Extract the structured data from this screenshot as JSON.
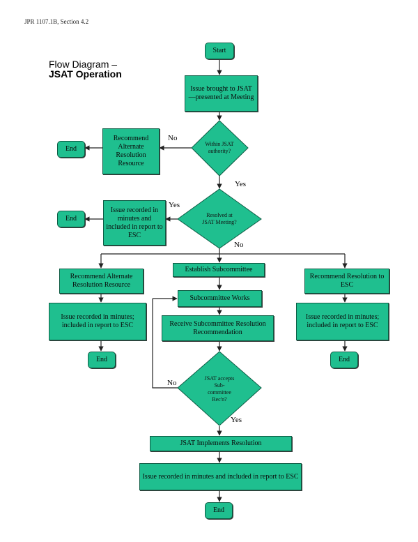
{
  "header": "JPR 1107.1B, Section 4.2",
  "title_line1": "Flow Diagram –",
  "title_line2": "JSAT Operation",
  "nodes": {
    "start": "Start",
    "issue_brought": "Issue brought to JSAT—presented at Meeting",
    "within_authority": "Within JSAT authority?",
    "recommend_alt_top": "Recommend Alternate Resolution Resource",
    "end_top": "End",
    "resolved_meeting": "Resolved at JSAT Meeting?",
    "issue_recorded_mid": "Issue recorded in minutes and included in report to ESC",
    "end_mid": "End",
    "establish_sub": "Establish Subcommittee",
    "recommend_alt_left": "Recommend Alternate Resolution Resource",
    "issue_recorded_left": "Issue recorded in minutes; included in report to ESC",
    "end_left": "End",
    "recommend_res_right": "Recommend Resolution to ESC",
    "issue_recorded_right": "Issue recorded in minutes; included in report to ESC",
    "end_right": "End",
    "sub_works": "Subcommittee Works",
    "receive_rec": "Receive Subcommittee Resolution Recommendation",
    "accepts_rec": "JSAT accepts Sub- committee Rec'n?",
    "implements": "JSAT Implements Resolution",
    "issue_recorded_bottom": "Issue recorded in minutes and included in report to ESC",
    "end_bottom": "End"
  },
  "labels": {
    "no_within": "No",
    "yes_within": "Yes",
    "yes_resolved": "Yes",
    "no_resolved": "No",
    "no_accepts": "No",
    "yes_accepts": "Yes"
  },
  "colors": {
    "fill": "#1fbf8f",
    "border": "#0d5c44",
    "line": "#222222"
  }
}
